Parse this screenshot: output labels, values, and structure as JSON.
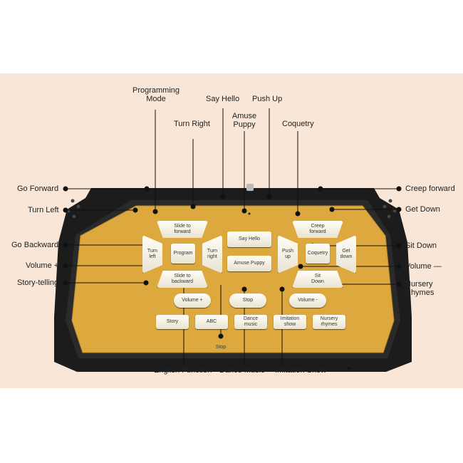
{
  "colors": {
    "background": "#f9e6d6",
    "body": "#1c1c1c",
    "panel": "#dda83d",
    "button_face": "#f8f4ea",
    "leader": "#111111"
  },
  "callouts": {
    "programming_mode": "Programming\nMode",
    "say_hello": "Say Hello",
    "push_up": "Push Up",
    "amuse_puppy": "Amuse\nPuppy",
    "turn_right": "Turn Right",
    "coquetry": "Coquetry",
    "go_forward": "Go Forward",
    "turn_left": "Turn Left",
    "go_backward": "Go Backward",
    "volume_plus": "Volume +",
    "story_telling": "Story-telling",
    "creep_forward": "Creep forward",
    "get_down": "Get Down",
    "sit_down": "Sit Down",
    "volume_minus": "Volume —",
    "nursery_rhymes": "Nursery\nRhymes",
    "english_function": "English Function",
    "dance_music": "Dance Music",
    "imitation_show": "Imitation Show"
  },
  "remote_buttons": {
    "slide_forward": "Slide to\nforward",
    "turn_left": "Turn\nleft",
    "program": "Program",
    "turn_right": "Turn\nright",
    "slide_backward": "Slide to\nbackward",
    "say_hello": "Say Hello",
    "amuse_puppy": "Amuse Puppy",
    "creep_forward": "Creep\nforward",
    "push_up": "Push\nup",
    "coquetry": "Coquetry",
    "get_down": "Get\ndown",
    "sit_down": "Sit\nDown",
    "volume_plus": "Volume +",
    "stop": "Stop",
    "volume_minus": "Volume -",
    "story": "Story",
    "abc": "ABC",
    "dance_music": "Dance\nmusic",
    "imitation_show": "Imitation\nshow",
    "nursery_rhymes": "Nursery\nrhymes",
    "panel_label": "Stop"
  }
}
